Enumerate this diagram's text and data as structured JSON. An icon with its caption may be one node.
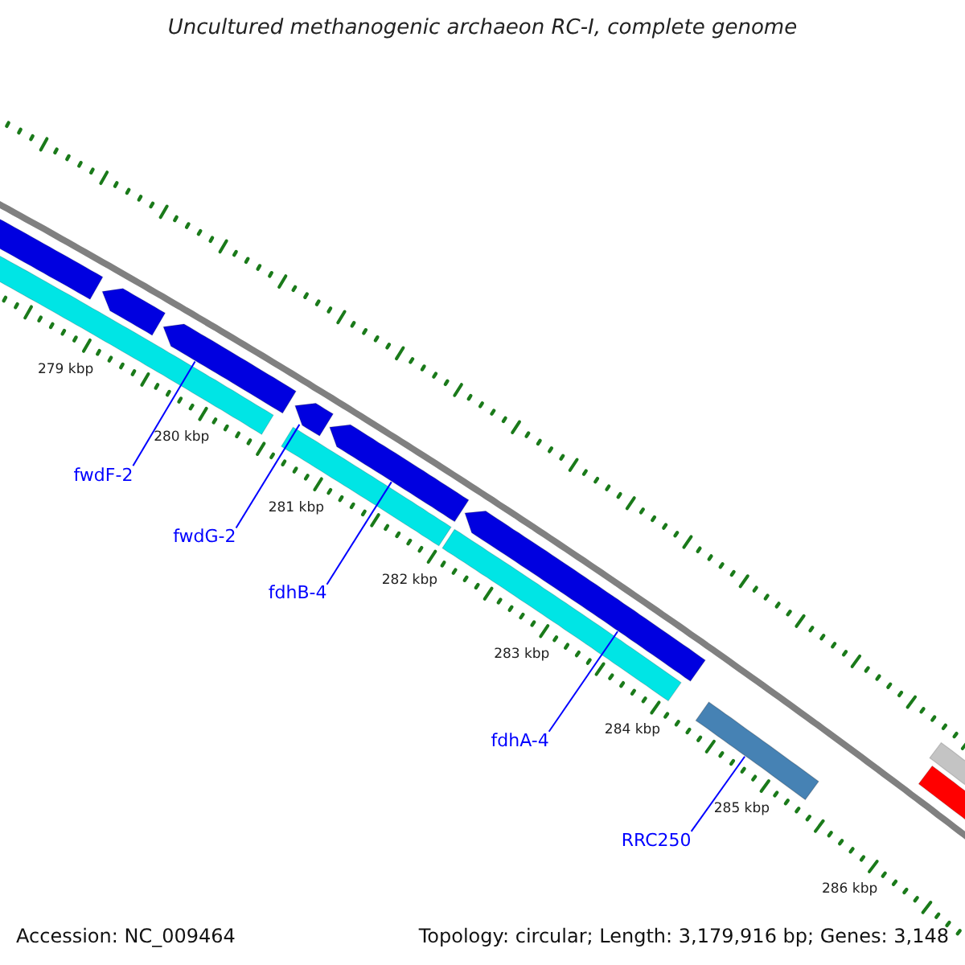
{
  "diagram": {
    "title": "Uncultured methanogenic archaeon RC-I, complete genome",
    "nodes": [
      {
        "text": [
          "fwdF-2"
        ]
      },
      {
        "text": [
          "fwdG-2"
        ]
      },
      {
        "text": [
          "fdhB-4"
        ]
      },
      {
        "text": [
          "fdhA-4"
        ]
      },
      {
        "text": [
          "RRC250"
        ]
      },
      {
        "text": [],
        "shape": "bar"
      },
      {
        "text": [],
        "shape": "bar"
      },
      {
        "text": [],
        "shape": "bar"
      },
      {
        "text": [],
        "shape": "bar"
      },
      {
        "text": [],
        "shape": "bar"
      }
    ],
    "edges": [
      {
        "from": 0,
        "to": 5,
        "arrow": "none"
      },
      {
        "from": 1,
        "to": 6,
        "arrow": "none"
      },
      {
        "from": 2,
        "to": 7,
        "arrow": "none"
      },
      {
        "from": 3,
        "to": 8,
        "arrow": "none"
      },
      {
        "from": 4,
        "to": 9,
        "arrow": "none"
      }
    ],
    "labels": [
      "279 kbp",
      "280 kbp",
      "281 kbp",
      "282 kbp",
      "283 kbp",
      "284 kbp",
      "285 kbp",
      "286 kbp",
      "Accession: NC_009464",
      "Topology: circular; Length: 3,179,916 bp; Genes: 3,148"
    ]
  }
}
